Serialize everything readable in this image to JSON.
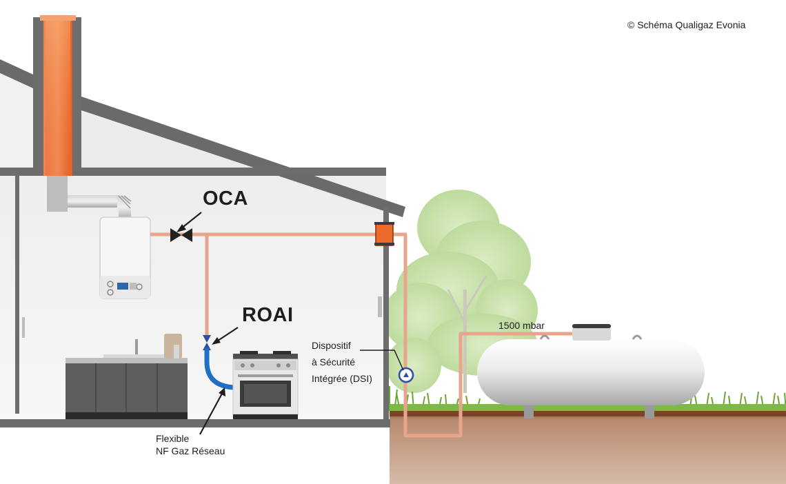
{
  "copyright": "© Schéma Qualigaz Evonia",
  "labels": {
    "oca": "OCA",
    "roai": "ROAI",
    "pressure": "1500 mbar",
    "dsi_line1": "Dispositif",
    "dsi_line2": "à Sécurité",
    "dsi_line3": "Intégrée (DSI)",
    "flex_line1": "Flexible",
    "flex_line2": "NF Gaz Réseau"
  },
  "colors": {
    "gas_pipe": "#e8a58b",
    "flex_hose": "#1f6fc4",
    "chimney_flue": "#ec6a2c",
    "wall": "#6d6d6d",
    "soil": "#c7a894",
    "grass": "#74b03a",
    "tank": "#e9e9e9"
  },
  "icons": [
    "valve-icon",
    "boiler-icon",
    "oven-icon",
    "tank-icon",
    "meter-icon",
    "chimney-icon"
  ]
}
